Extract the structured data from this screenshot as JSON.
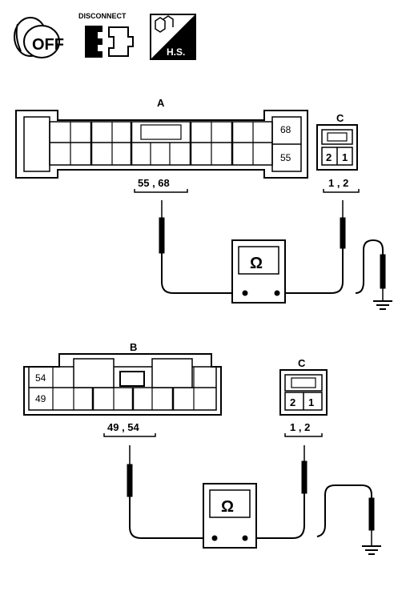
{
  "icons": {
    "key_off": {
      "text": "OFF",
      "icon": "ignition-key-off-icon"
    },
    "disconnect": {
      "label": "DISCONNECT",
      "icon": "disconnect-connector-icon"
    },
    "harness_side": {
      "text": "H.S.",
      "icon": "harness-side-icon"
    }
  },
  "test_a": {
    "connector_a": {
      "label": "A",
      "pin_top": "68",
      "pin_bottom": "55"
    },
    "connector_c": {
      "label": "C",
      "pin_left": "2",
      "pin_right": "1"
    },
    "terminals_a": "55 , 68",
    "terminals_c": "1 , 2",
    "meter_symbol": "Ω"
  },
  "test_b": {
    "connector_b": {
      "label": "B",
      "pin_top": "54",
      "pin_bottom": "49"
    },
    "connector_c": {
      "label": "C",
      "pin_left": "2",
      "pin_right": "1"
    },
    "terminals_b": "49 , 54",
    "terminals_c": "1 , 2",
    "meter_symbol": "Ω"
  }
}
